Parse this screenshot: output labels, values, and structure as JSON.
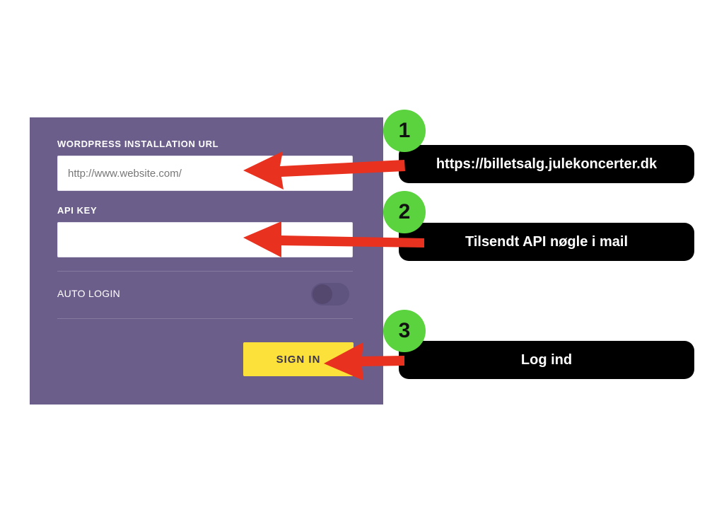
{
  "form": {
    "url_label": "WORDPRESS INSTALLATION URL",
    "url_placeholder": "http://www.website.com/",
    "url_value": "",
    "api_key_label": "API KEY",
    "api_key_value": "",
    "auto_login_label": "AUTO LOGIN",
    "auto_login_enabled": false,
    "sign_in_label": "SIGN IN"
  },
  "annotations": [
    {
      "number": "1",
      "text": "https://billetsalg.julekoncerter.dk"
    },
    {
      "number": "2",
      "text": "Tilsendt API nøgle i mail"
    },
    {
      "number": "3",
      "text": "Log ind"
    }
  ],
  "colors": {
    "panel": "#6b5e8a",
    "button": "#fbe13a",
    "badge": "#5ad33f",
    "arrow": "#e8321f",
    "callout": "#000000"
  }
}
